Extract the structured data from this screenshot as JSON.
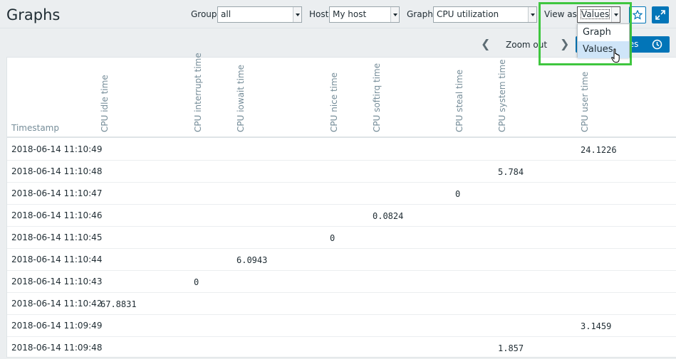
{
  "header": {
    "title": "Graphs",
    "group_label": "Group",
    "group_value": "all",
    "host_label": "Host",
    "host_value": "My host",
    "graph_label": "Graph",
    "graph_value": "CPU utilization",
    "view_as_label": "View as",
    "view_as_value": "Values",
    "favorite_icon": "star-icon",
    "fullscreen_icon": "expand-icon"
  },
  "zoom": {
    "prev_icon": "chevron-left-icon",
    "zoom_out_label": "Zoom out",
    "next_icon": "chevron-right-icon",
    "period_label": "tes",
    "clock_icon": "clock-icon"
  },
  "dropdown": {
    "options": [
      "Graph",
      "Values"
    ],
    "selected": "Values"
  },
  "table": {
    "timestamp_header": "Timestamp",
    "columns": [
      "CPU idle time",
      "CPU interrupt time",
      "CPU iowait time",
      "CPU nice time",
      "CPU softirq time",
      "CPU steal time",
      "CPU system time",
      "CPU user time"
    ],
    "rows": [
      {
        "ts": "2018-06-14 11:10:49",
        "values": [
          "",
          "",
          "",
          "",
          "",
          "",
          "",
          "24.1226"
        ]
      },
      {
        "ts": "2018-06-14 11:10:48",
        "values": [
          "",
          "",
          "",
          "",
          "",
          "",
          "5.784",
          ""
        ]
      },
      {
        "ts": "2018-06-14 11:10:47",
        "values": [
          "",
          "",
          "",
          "",
          "",
          "0",
          "",
          ""
        ]
      },
      {
        "ts": "2018-06-14 11:10:46",
        "values": [
          "",
          "",
          "",
          "",
          "0.0824",
          "",
          "",
          ""
        ]
      },
      {
        "ts": "2018-06-14 11:10:45",
        "values": [
          "",
          "",
          "",
          "0",
          "",
          "",
          "",
          ""
        ]
      },
      {
        "ts": "2018-06-14 11:10:44",
        "values": [
          "",
          "",
          "6.0943",
          "",
          "",
          "",
          "",
          ""
        ]
      },
      {
        "ts": "2018-06-14 11:10:43",
        "values": [
          "",
          "0",
          "",
          "",
          "",
          "",
          "",
          ""
        ]
      },
      {
        "ts": "2018-06-14 11:10:42",
        "values": [
          "67.8831",
          "",
          "",
          "",
          "",
          "",
          "",
          ""
        ]
      },
      {
        "ts": "2018-06-14 11:09:49",
        "values": [
          "",
          "",
          "",
          "",
          "",
          "",
          "",
          "3.1459"
        ]
      },
      {
        "ts": "2018-06-14 11:09:48",
        "values": [
          "",
          "",
          "",
          "",
          "",
          "",
          "1.857",
          ""
        ]
      }
    ]
  },
  "colors": {
    "accent": "#0275b8",
    "highlight": "#3fc63f",
    "selected_option": "#cfe5f8"
  }
}
